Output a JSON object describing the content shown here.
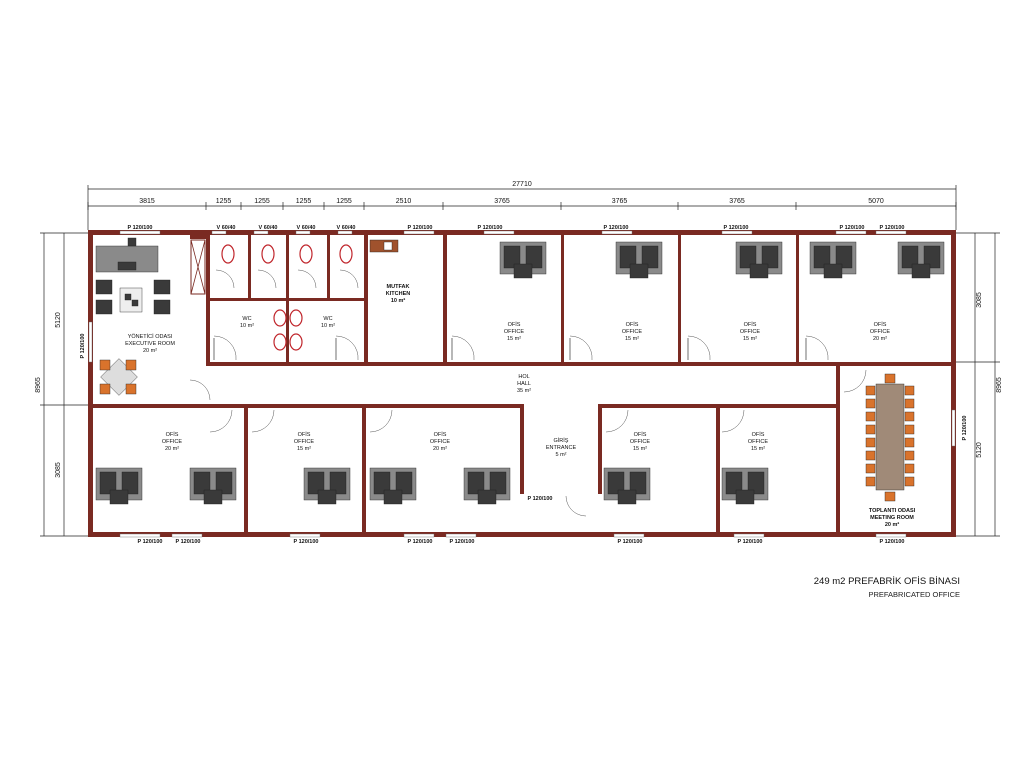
{
  "plan": {
    "overall_width": "27710",
    "overall_depth": "8965",
    "top_dimensions": [
      "3815",
      "1255",
      "1255",
      "1255",
      "1255",
      "2510",
      "3765",
      "3765",
      "3765",
      "5070"
    ],
    "side_dims_left": [
      "5120",
      "3085"
    ],
    "side_dims_right": [
      "3085",
      "5120"
    ],
    "rooms": {
      "executive": [
        "YÖNETİCİ ODASI",
        "EXECUTIVE ROOM",
        "20 m²"
      ],
      "wc1": [
        "WC",
        "10 m²"
      ],
      "wc2": [
        "WC",
        "10 m²"
      ],
      "kitchen": [
        "MUTFAK",
        "KITCHEN",
        "10 m²"
      ],
      "office_top1": [
        "OFİS",
        "OFFICE",
        "15 m²"
      ],
      "office_top2": [
        "OFİS",
        "OFFICE",
        "15 m²"
      ],
      "office_top3": [
        "OFİS",
        "OFFICE",
        "15 m²"
      ],
      "office_top4": [
        "OFİS",
        "OFFICE",
        "20 m²"
      ],
      "hall": [
        "HOL",
        "HALL",
        "35 m²"
      ],
      "office_bot1": [
        "OFİS",
        "OFFICE",
        "20 m²"
      ],
      "office_bot2": [
        "OFİS",
        "OFFICE",
        "15 m²"
      ],
      "office_bot3": [
        "OFİS",
        "OFFICE",
        "20 m²"
      ],
      "entrance": [
        "GİRİŞ",
        "ENTRANCE",
        "5 m²"
      ],
      "office_bot4": [
        "OFİS",
        "OFFICE",
        "15 m²"
      ],
      "office_bot5": [
        "OFİS",
        "OFFICE",
        "15 m²"
      ],
      "meeting": [
        "TOPLANTI ODASI",
        "MEETING ROOM",
        "20 m²"
      ]
    },
    "openings": {
      "p120": "P 120/100",
      "v60": "V 60/40",
      "p90": "P 120/100",
      "door_entrance": "P 120/100"
    }
  },
  "title": {
    "main": "249 m2 PREFABRİK OFİS BİNASI",
    "sub": "PREFABRICATED OFFICE"
  },
  "colors": {
    "wall": "#7a2a22",
    "furniture_dark": "#3a3a3a",
    "furniture_mid": "#8a8a8a",
    "wc_red": "#c0262c",
    "meeting_table": "#a08a78",
    "chair_orange": "#d9732c"
  }
}
